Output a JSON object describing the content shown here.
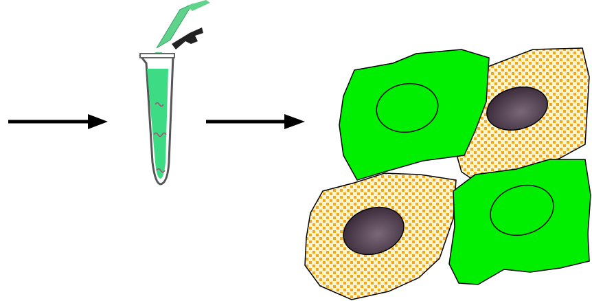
{
  "diagram": {
    "steps": [
      {
        "id": "input-arrow",
        "kind": "arrow"
      },
      {
        "id": "tube",
        "kind": "microcentrifuge-tube-with-pipette-icon"
      },
      {
        "id": "output-arrow",
        "kind": "arrow"
      },
      {
        "id": "cells",
        "kind": "cell-population"
      }
    ],
    "colors": {
      "arrow": "#000000",
      "tube_liquid": "#3ddc84",
      "pipette_liquid": "#5fd38a",
      "fluorescent_cell": "#00ee00",
      "unlabeled_cell_base": "#fff4cc",
      "unlabeled_cell_dots": "#f2a81e",
      "nucleus_dark": "#3a2a3a",
      "nucleus_highlight": "#7a6878",
      "outline": "#000000"
    },
    "cells": [
      {
        "label": "cell-top-left",
        "type": "fluorescent"
      },
      {
        "label": "cell-top-right",
        "type": "unlabeled"
      },
      {
        "label": "cell-bottom-left",
        "type": "unlabeled"
      },
      {
        "label": "cell-bottom-right",
        "type": "fluorescent"
      }
    ],
    "counts": {
      "fluorescent_cells": 2,
      "unlabeled_cells": 2
    }
  }
}
